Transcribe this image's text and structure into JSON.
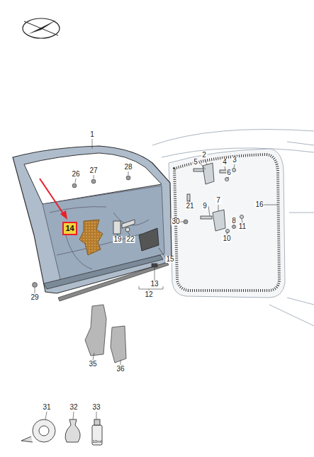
{
  "diagram": {
    "nodes": [
      {
        "text": [
          "14"
        ]
      }
    ],
    "labels": [
      "1",
      "2",
      "3",
      "4",
      "5",
      "6",
      "26",
      "27",
      "28",
      "21",
      "7",
      "9",
      "16",
      "30",
      "8",
      "11",
      "10",
      "19",
      "22",
      "15",
      "13",
      "12",
      "29",
      "35",
      "36",
      "31",
      "32",
      "33",
      "10ml"
    ]
  }
}
